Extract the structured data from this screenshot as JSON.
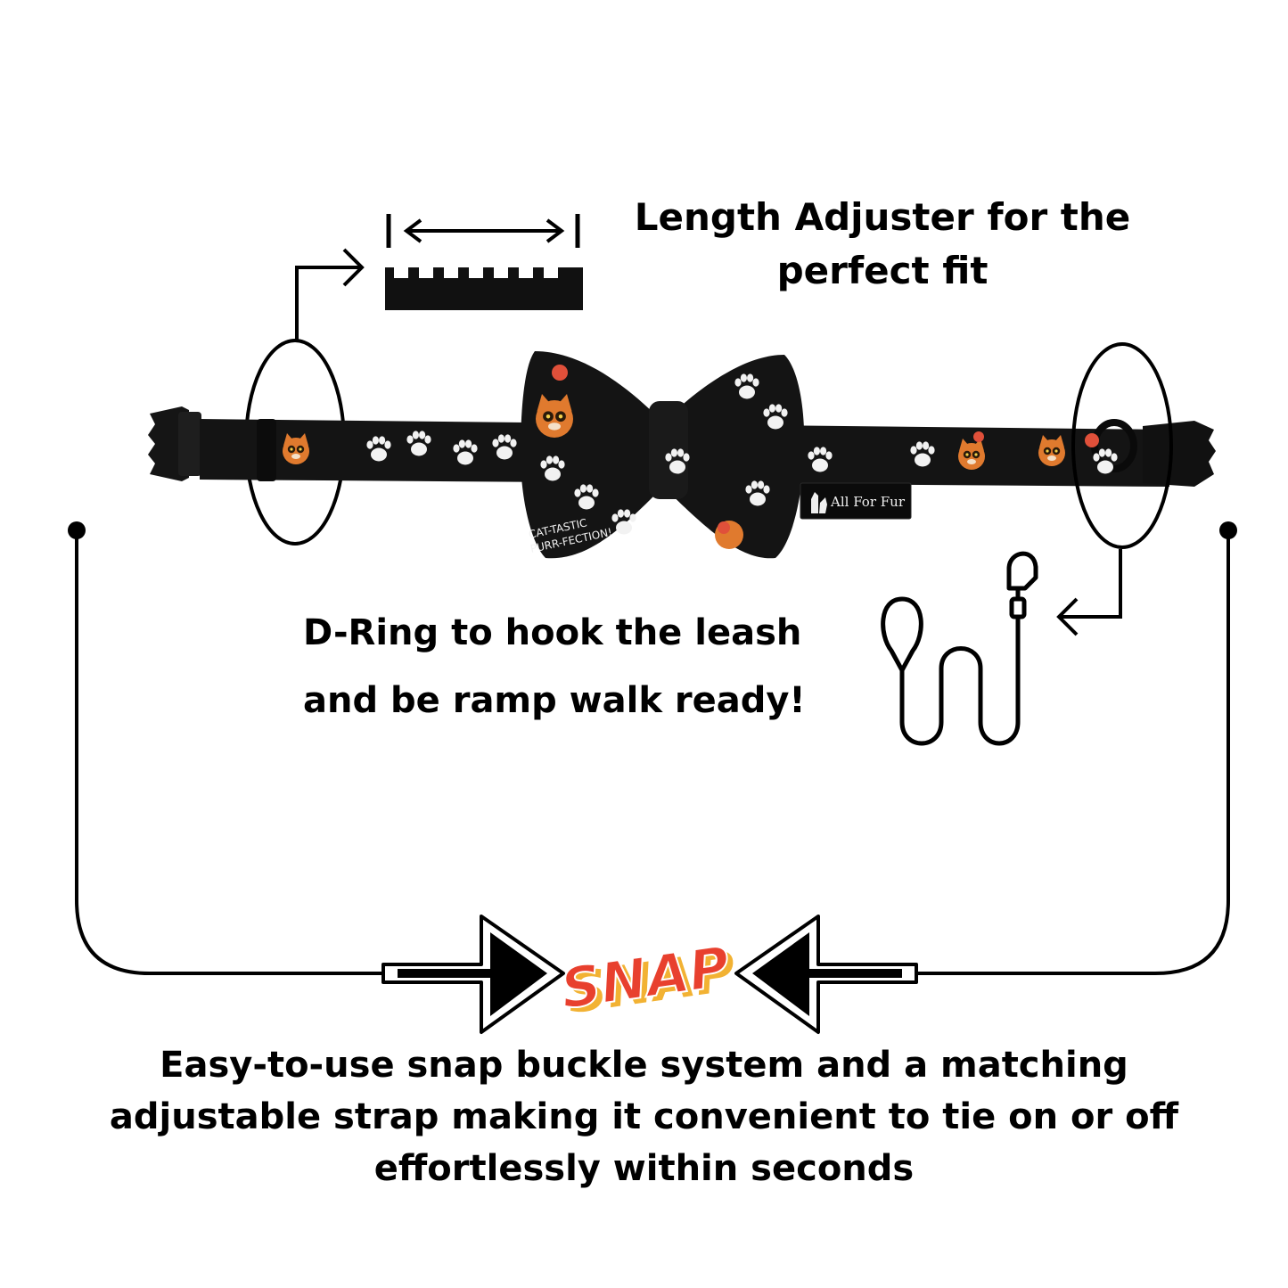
{
  "colors": {
    "background": "#ffffff",
    "ink": "#000000",
    "strap": "#141414",
    "paw": "#f2f2f2",
    "accent_orange": "#e07a2e",
    "accent_red": "#e0503a",
    "snap_fill": "#e8402e",
    "snap_shadow": "#f2b233"
  },
  "icons": {
    "ruler": "ruler-icon",
    "leash": "leash-icon",
    "arrow_left": "left-arrow-icon",
    "arrow_right": "right-arrow-icon"
  },
  "annotations": {
    "length_adjuster": "Length Adjuster for the perfect fit",
    "d_ring": "D-Ring to hook the leash and be ramp walk ready!",
    "snap_buckle": [
      "Easy-to-use snap buckle system and a matching",
      "adjustable strap making it convenient to tie on or off",
      "effortlessly within seconds"
    ]
  },
  "snap_badge": "SNAP",
  "brand_tag": "All For Fur",
  "fabric_print": {
    "line1": "CAT-TASTIC",
    "line2": "PURR-FECTION!"
  }
}
